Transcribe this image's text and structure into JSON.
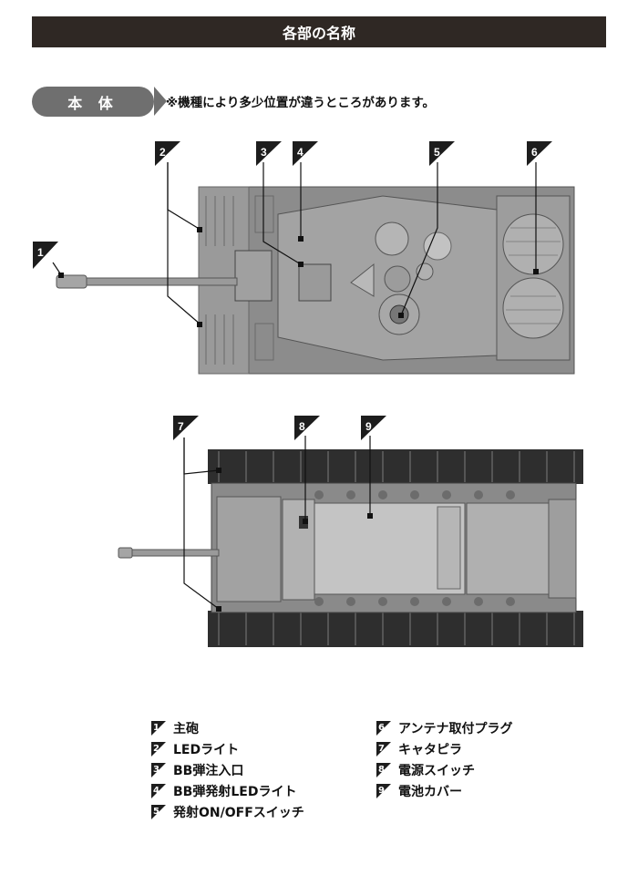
{
  "header": {
    "title": "各部の名称"
  },
  "section": {
    "label": "本 体",
    "note": "※機種により多少位置が違うところがあります。"
  },
  "markers": [
    "1",
    "2",
    "3",
    "4",
    "5",
    "6",
    "7",
    "8",
    "9"
  ],
  "legend": {
    "left": [
      {
        "num": "1",
        "label": "主砲"
      },
      {
        "num": "2",
        "label": "LEDライト"
      },
      {
        "num": "3",
        "label": "BB弾注入口"
      },
      {
        "num": "4",
        "label": "BB弾発射LEDライト"
      },
      {
        "num": "5",
        "label": "発射ON/OFFスイッチ"
      }
    ],
    "right": [
      {
        "num": "6",
        "label": "アンテナ取付プラグ"
      },
      {
        "num": "7",
        "label": "キャタピラ"
      },
      {
        "num": "8",
        "label": "電源スイッチ"
      },
      {
        "num": "9",
        "label": "電池カバー"
      }
    ]
  }
}
